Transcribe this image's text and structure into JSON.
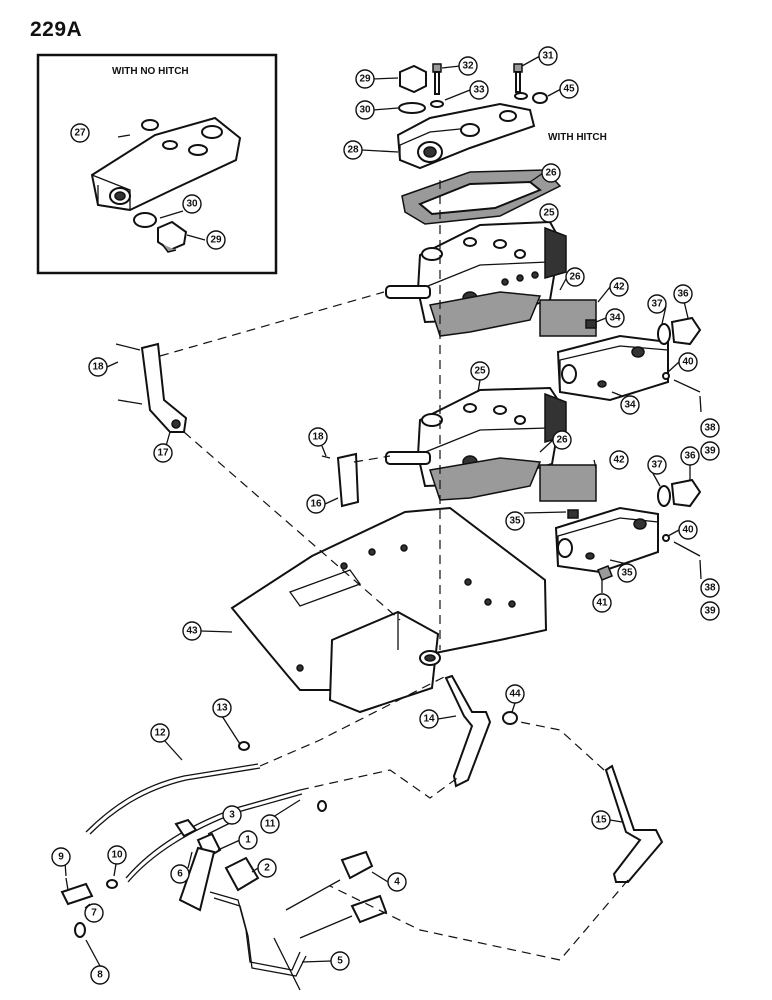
{
  "page_number": "229A",
  "inset": {
    "title": "WITH NO HITCH"
  },
  "hitch_label": "WITH HITCH",
  "callouts": [
    "1",
    "2",
    "3",
    "4",
    "5",
    "6",
    "7",
    "8",
    "9",
    "10",
    "11",
    "12",
    "13",
    "14",
    "15",
    "16",
    "17",
    "18",
    "18",
    "25",
    "25",
    "26",
    "26",
    "26",
    "27",
    "28",
    "29",
    "29",
    "30",
    "30",
    "31",
    "32",
    "33",
    "34",
    "34",
    "35",
    "35",
    "36",
    "36",
    "37",
    "37",
    "38",
    "38",
    "39",
    "39",
    "40",
    "40",
    "41",
    "42",
    "42",
    "43",
    "44",
    "45"
  ]
}
